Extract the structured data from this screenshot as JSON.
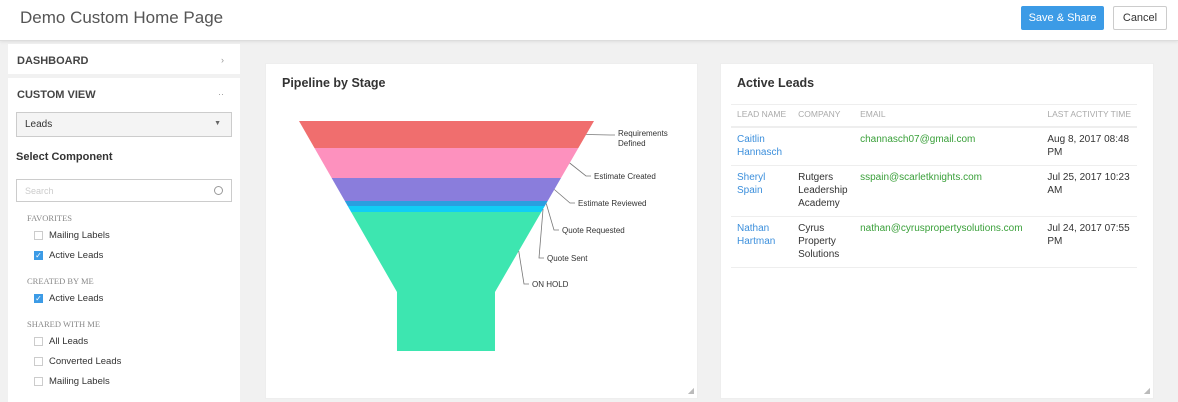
{
  "header": {
    "title": "Demo Custom Home Page",
    "save_label": "Save & Share",
    "cancel_label": "Cancel"
  },
  "sidebar": {
    "dashboard": "DASHBOARD",
    "custom_view": "CUSTOM VIEW",
    "module_select": "Leads",
    "select_component": "Select Component",
    "search_placeholder": "Search",
    "groups": [
      {
        "label": "FAVORITES",
        "items": [
          {
            "label": "Mailing Labels",
            "checked": false
          },
          {
            "label": "Active Leads",
            "checked": true
          }
        ]
      },
      {
        "label": "CREATED BY ME",
        "items": [
          {
            "label": "Active Leads",
            "checked": true
          }
        ]
      },
      {
        "label": "SHARED WITH ME",
        "items": [
          {
            "label": "All Leads",
            "checked": false
          },
          {
            "label": "Converted Leads",
            "checked": false
          },
          {
            "label": "Mailing Labels",
            "checked": false
          }
        ]
      }
    ]
  },
  "pipeline": {
    "title": "Pipeline by Stage",
    "stages": [
      {
        "label": "Requirements Defined",
        "color": "#f06e6e"
      },
      {
        "label": "Estimate Created",
        "color": "#fd91be"
      },
      {
        "label": "Estimate Reviewed",
        "color": "#8a7ddc"
      },
      {
        "label": "Quote Requested",
        "color": "#2a9fe0"
      },
      {
        "label": "Quote Sent",
        "color": "#12cdf5"
      },
      {
        "label": "ON HOLD",
        "color": "#3de6b0"
      }
    ]
  },
  "leads": {
    "title": "Active Leads",
    "columns": [
      "LEAD NAME",
      "COMPANY",
      "EMAIL",
      "LAST ACTIVITY TIME"
    ],
    "rows": [
      {
        "name": "Caitlin Hannasch",
        "company": "",
        "email": "channasch07@gmail.com",
        "time": "Aug 8, 2017 08:48 PM"
      },
      {
        "name": "Sheryl Spain",
        "company": "Rutgers Leadership Academy",
        "email": "sspain@scarletknights.com",
        "time": "Jul 25, 2017 10:23 AM"
      },
      {
        "name": "Nathan Hartman",
        "company": "Cyrus Property Solutions",
        "email": "nathan@cyruspropertysolutions.com",
        "time": "Jul 24, 2017 07:55 PM"
      }
    ]
  }
}
